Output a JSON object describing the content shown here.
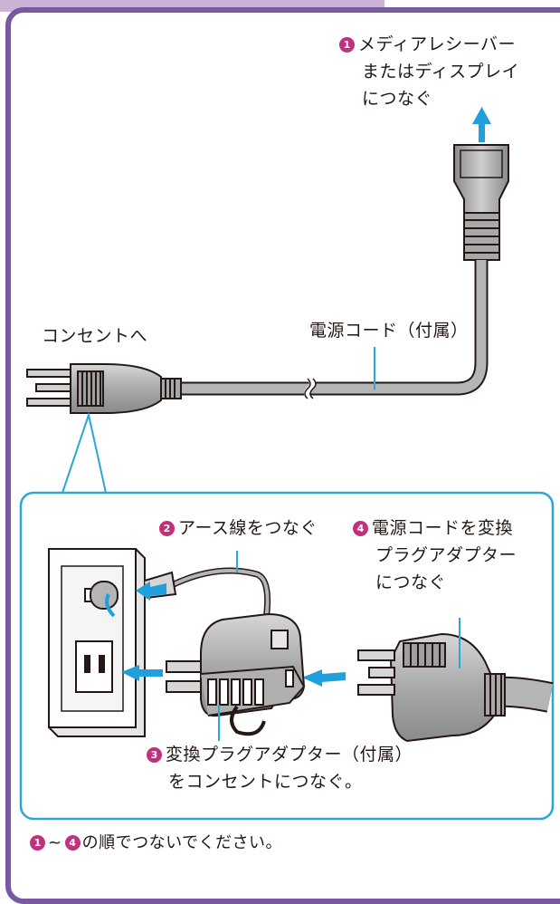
{
  "colors": {
    "frame": "#7a57a3",
    "header_band": "#c9b4d6",
    "callout_box": "#2aa6d9",
    "arrows": "#1fa0dc",
    "step_marker": "#c0307c",
    "metal_gray": "#b5b5b5"
  },
  "steps": {
    "s1": {
      "number": "1",
      "lines": [
        "メディアレシーバー",
        "またはディスプレイ",
        "につなぐ"
      ]
    },
    "s2": {
      "number": "2",
      "lines": [
        "アース線をつなぐ"
      ]
    },
    "s3": {
      "number": "3",
      "lines": [
        "変換プラグアダプター（付属）",
        "をコンセントにつなぐ。"
      ]
    },
    "s4": {
      "number": "4",
      "lines": [
        "電源コードを変換",
        "プラグアダプター",
        "につなぐ"
      ]
    }
  },
  "labels": {
    "outlet": "コンセントへ",
    "cord": "電源コード（付属）"
  },
  "footer": {
    "n1": "1",
    "tilde": "~",
    "n4": "4",
    "text": "の順でつないでください。"
  }
}
